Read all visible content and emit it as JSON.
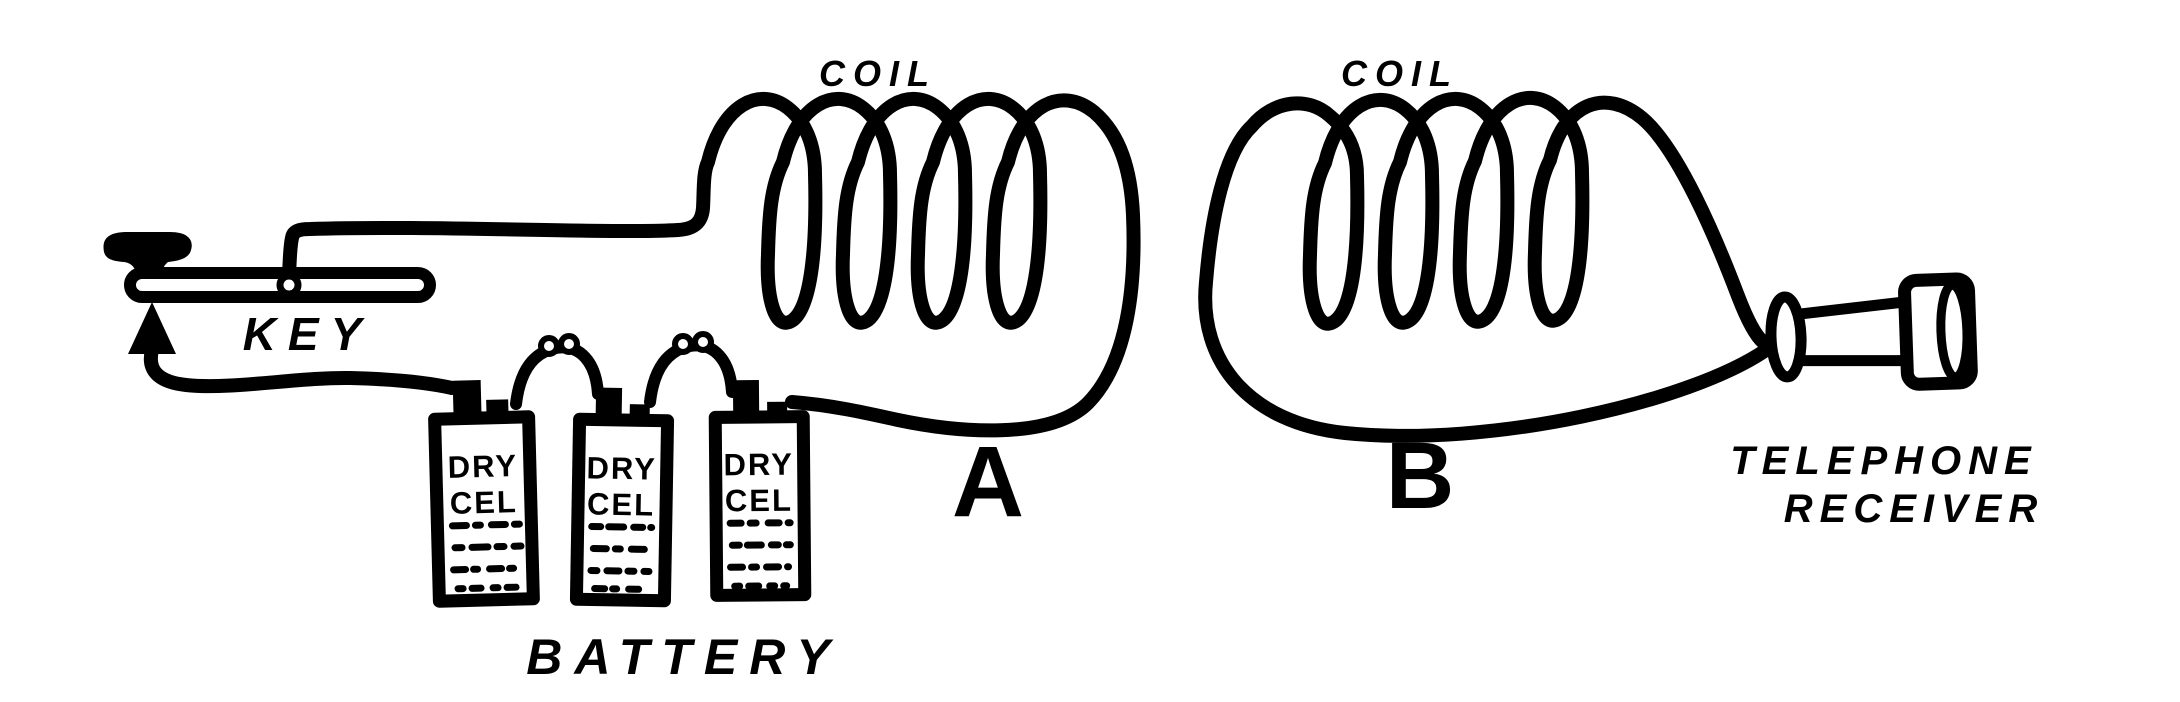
{
  "figure": {
    "colors": {
      "ink": "#000000",
      "paper": "#ffffff"
    },
    "coil_a": {
      "label": "COIL",
      "designator": "A"
    },
    "coil_b": {
      "label": "COIL",
      "designator": "B"
    },
    "key": {
      "label": "KEY"
    },
    "battery": {
      "label": "BATTERY",
      "cells": [
        {
          "line1": "DRY",
          "line2": "CEL"
        },
        {
          "line1": "DRY",
          "line2": "CEL"
        },
        {
          "line1": "DRY",
          "line2": "CEL"
        }
      ]
    },
    "receiver": {
      "label_line1": "TELEPHONE",
      "label_line2": "RECEIVER"
    }
  }
}
